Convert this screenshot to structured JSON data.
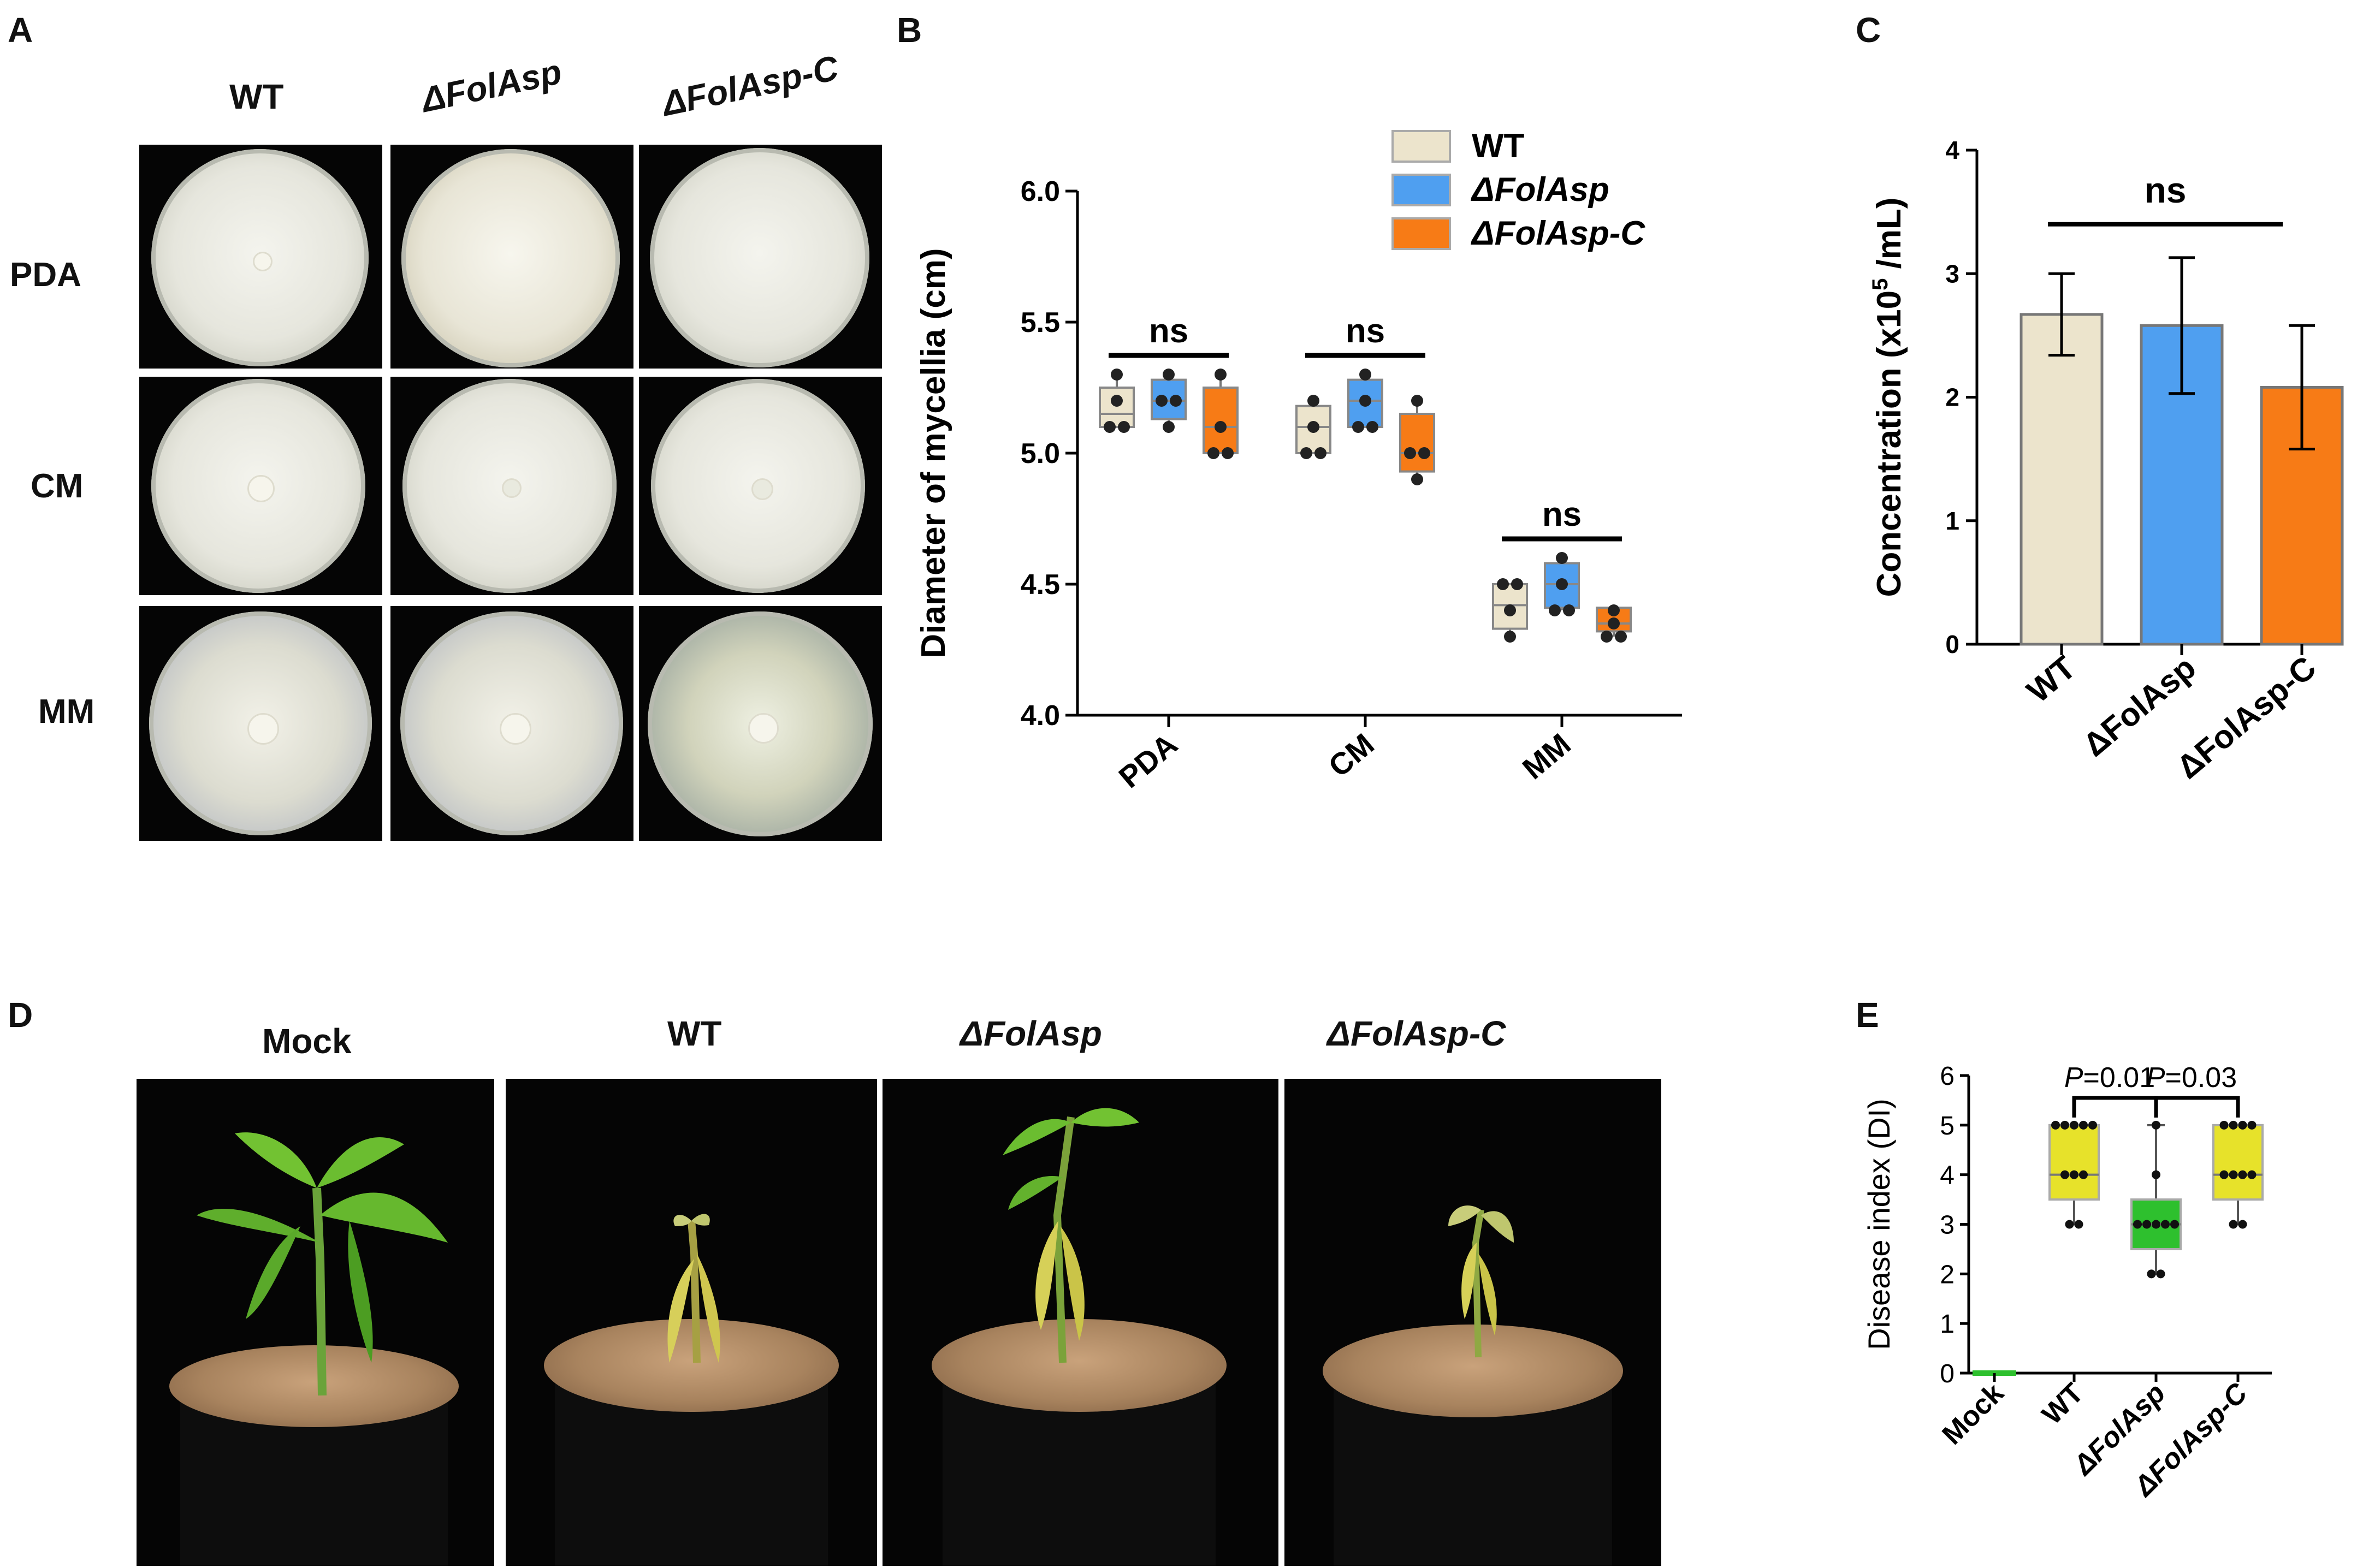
{
  "panels": {
    "a": "A",
    "b": "B",
    "c": "C",
    "d": "D",
    "e": "E"
  },
  "panel_a": {
    "columns": [
      "WT",
      "ΔFolAsp",
      "ΔFolAsp-C"
    ],
    "rows": [
      "PDA",
      "CM",
      "MM"
    ]
  },
  "panel_d": {
    "columns": [
      "Mock",
      "WT",
      "ΔFolAsp",
      "ΔFolAsp-C"
    ]
  },
  "colors": {
    "wt": "#ece4cc",
    "delta": "#4f9ff0",
    "complement": "#f77b16",
    "yellow": "#e7e22a",
    "green": "#2ec02e"
  },
  "chart_data": [
    {
      "type": "box",
      "panel": "B",
      "ylabel": "Diameter of mycellia (cm)",
      "ylim": [
        4.0,
        6.0
      ],
      "yticks": [
        "4.0",
        "4.5",
        "5.0",
        "5.5",
        "6.0"
      ],
      "categories": [
        "PDA",
        "CM",
        "MM"
      ],
      "legend": {
        "placement": "top-right",
        "entries": [
          "WT",
          "ΔFolAsp",
          "ΔFolAsp-C"
        ]
      },
      "series": [
        {
          "name": "WT",
          "color": "#ece4cc",
          "boxes": [
            {
              "min": 5.1,
              "q1": 5.1,
              "median": 5.15,
              "q3": 5.25,
              "max": 5.3,
              "points": [
                5.1,
                5.1,
                5.2,
                5.3
              ]
            },
            {
              "min": 5.0,
              "q1": 5.0,
              "median": 5.1,
              "q3": 5.18,
              "max": 5.2,
              "points": [
                5.0,
                5.0,
                5.1,
                5.2
              ]
            },
            {
              "min": 4.3,
              "q1": 4.33,
              "median": 4.42,
              "q3": 4.5,
              "max": 4.5,
              "points": [
                4.3,
                4.4,
                4.5,
                4.5
              ]
            }
          ]
        },
        {
          "name": "ΔFolAsp",
          "color": "#4f9ff0",
          "boxes": [
            {
              "min": 5.1,
              "q1": 5.13,
              "median": 5.2,
              "q3": 5.28,
              "max": 5.3,
              "points": [
                5.1,
                5.2,
                5.2,
                5.3
              ]
            },
            {
              "min": 5.1,
              "q1": 5.1,
              "median": 5.2,
              "q3": 5.28,
              "max": 5.3,
              "points": [
                5.1,
                5.1,
                5.2,
                5.3
              ]
            },
            {
              "min": 4.4,
              "q1": 4.41,
              "median": 4.5,
              "q3": 4.58,
              "max": 4.6,
              "points": [
                4.4,
                4.4,
                4.5,
                4.6
              ]
            }
          ]
        },
        {
          "name": "ΔFolAsp-C",
          "color": "#f77b16",
          "boxes": [
            {
              "min": 5.0,
              "q1": 5.0,
              "median": 5.1,
              "q3": 5.25,
              "max": 5.3,
              "points": [
                5.0,
                5.0,
                5.1,
                5.3
              ]
            },
            {
              "min": 4.9,
              "q1": 4.93,
              "median": 5.0,
              "q3": 5.15,
              "max": 5.2,
              "points": [
                4.9,
                5.0,
                5.0,
                5.2
              ]
            },
            {
              "min": 4.3,
              "q1": 4.32,
              "median": 4.35,
              "q3": 4.41,
              "max": 4.4,
              "points": [
                4.3,
                4.3,
                4.35,
                4.4
              ]
            }
          ]
        }
      ],
      "annotations": [
        "ns",
        "ns",
        "ns"
      ]
    },
    {
      "type": "bar",
      "panel": "C",
      "ylabel": "Concentration (x10",
      "ylabel_sup": "5",
      "ylabel_tail": " /mL)",
      "ylim": [
        0,
        4
      ],
      "yticks": [
        "0",
        "1",
        "2",
        "3",
        "4"
      ],
      "categories": [
        "WT",
        "ΔFolAsp",
        "ΔFolAsp-C"
      ],
      "values": [
        2.67,
        2.58,
        2.08
      ],
      "errors": [
        0.33,
        0.55,
        0.5
      ],
      "colors": [
        "#ece4cc",
        "#4f9ff0",
        "#f77b16"
      ],
      "annotation": "ns"
    },
    {
      "type": "box",
      "panel": "E",
      "ylabel": "Disease index (DI)",
      "ylim": [
        0,
        6
      ],
      "yticks": [
        "0",
        "1",
        "2",
        "3",
        "4",
        "5",
        "6"
      ],
      "categories": [
        "Mock",
        "WT",
        "ΔFolAsp",
        "ΔFolAsp-C"
      ],
      "colors": [
        "#2ec02e",
        "#e7e22a",
        "#2ec02e",
        "#e7e22a"
      ],
      "boxes": [
        {
          "min": 0,
          "q1": 0,
          "median": 0,
          "q3": 0,
          "max": 0,
          "points": [
            0,
            0,
            0,
            0,
            0,
            0,
            0,
            0,
            0,
            0
          ]
        },
        {
          "min": 3,
          "q1": 3.5,
          "median": 4,
          "q3": 5,
          "max": 5,
          "points": [
            3,
            3,
            4,
            4,
            4,
            5,
            5,
            5,
            5,
            5
          ]
        },
        {
          "min": 2,
          "q1": 2.5,
          "median": 3,
          "q3": 3.5,
          "max": 5,
          "points": [
            2,
            2,
            3,
            3,
            3,
            3,
            3,
            4,
            5
          ]
        },
        {
          "min": 3,
          "q1": 3.5,
          "median": 4,
          "q3": 5,
          "max": 5,
          "points": [
            3,
            3,
            4,
            4,
            4,
            4,
            5,
            5,
            5,
            5
          ]
        }
      ],
      "comparisons": [
        {
          "italic": "P",
          "text": "=0.01"
        },
        {
          "italic": "P",
          "text": "=0.03"
        }
      ]
    }
  ]
}
